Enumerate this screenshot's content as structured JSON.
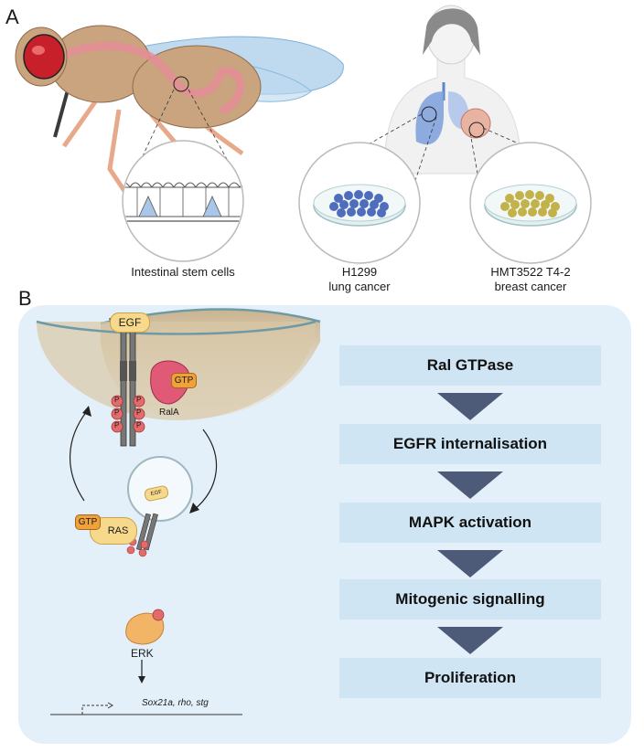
{
  "panel_a": {
    "letter": "A",
    "captions": {
      "isc": "Intestinal stem cells",
      "lung_line1": "H1299",
      "lung_line2": "lung cancer",
      "breast_line1": "HMT3522 T4-2",
      "breast_line2": "breast cancer"
    }
  },
  "panel_b": {
    "letter": "B",
    "labels": {
      "egf": "EGF",
      "gtp_rala": "GTP",
      "rala": "RalA",
      "p": "P",
      "egf_small": "EGF",
      "gtp_ras": "GTP",
      "ras": "RAS",
      "erk": "ERK",
      "genes": "Sox21a, rho, stg"
    },
    "flow": [
      "Ral GTPase",
      "EGFR internalisation",
      "MAPK activation",
      "Mitogenic signalling",
      "Proliferation"
    ]
  },
  "colors": {
    "panel_bg": "#e4f0f9",
    "flow_box": "#cfe5f3",
    "flow_arrow": "#4d5a78",
    "egf": "#f7d98c",
    "gtp": "#f0a23a",
    "rala": "#e05a78",
    "phospho": "#e46b6b",
    "erk": "#f2b467"
  }
}
